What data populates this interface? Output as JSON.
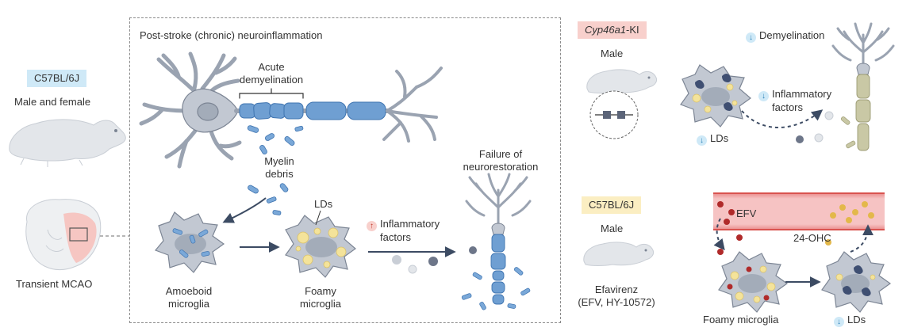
{
  "left_panel": {
    "strain": "C57BL/6J",
    "sex": "Male and female",
    "model": "Transient MCAO"
  },
  "center_panel": {
    "title": "Post-stroke (chronic) neuroinflammation",
    "acute_demyelination": [
      "Acute",
      "demyelination"
    ],
    "myelin_debris": [
      "Myelin",
      "debris"
    ],
    "lds": "LDs",
    "inflammatory_factors": [
      "Inflammatory",
      "factors"
    ],
    "failure": [
      "Failure of",
      "neurorestoration"
    ],
    "amoeboid": [
      "Amoeboid",
      "microglia"
    ],
    "foamy": [
      "Foamy",
      "microglia"
    ],
    "up_arrow": "↑"
  },
  "right_top": {
    "genotype_italic": "Cyp46a1",
    "genotype_suffix": "-KI",
    "sex": "Male",
    "demyelination": "Demyelination",
    "inflammatory_factors": [
      "Inflammatory",
      "factors"
    ],
    "lds": "LDs",
    "down_arrow": "↓"
  },
  "right_bottom": {
    "strain": "C57BL/6J",
    "sex": "Male",
    "drug": [
      "Efavirenz",
      "(EFV, HY-10572)"
    ],
    "efv": "EFV",
    "ohc": "24-OHC",
    "foamy": "Foamy microglia",
    "lds": "LDs",
    "down_arrow": "↓"
  },
  "colors": {
    "neuron": "#b9c0cc",
    "neuron_stroke": "#7c8594",
    "myelin": "#6f9fd2",
    "myelin_dark": "#3f74b0",
    "lipid": "#f4e39a",
    "dark_blob": "#3f4f72",
    "vessel": "#f3b4b4",
    "vessel_edge": "#d9534f",
    "efv_dot": "#b02a2a",
    "ohc_dot": "#e3b84a",
    "regen_myelin": "#c9c8a5",
    "arrow": "#3c4b63"
  }
}
